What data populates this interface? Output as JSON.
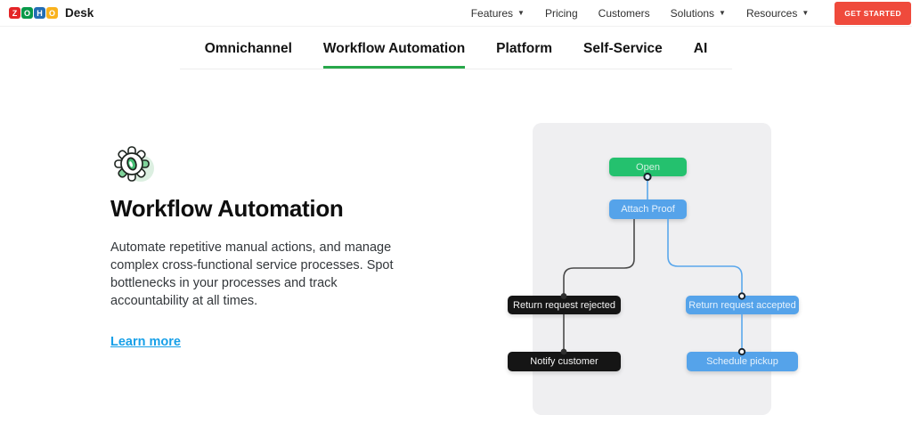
{
  "header": {
    "logo": {
      "letters": [
        {
          "char": "Z",
          "color": "#E42527"
        },
        {
          "char": "O",
          "color": "#089949"
        },
        {
          "char": "H",
          "color": "#226DB4"
        },
        {
          "char": "O",
          "color": "#F9B21D"
        }
      ],
      "product": "Desk"
    },
    "nav": [
      {
        "label": "Features",
        "has_dropdown": true
      },
      {
        "label": "Pricing",
        "has_dropdown": false
      },
      {
        "label": "Customers",
        "has_dropdown": false
      },
      {
        "label": "Solutions",
        "has_dropdown": true
      },
      {
        "label": "Resources",
        "has_dropdown": true
      }
    ],
    "cta_label": "GET STARTED",
    "cta_color": "#EF4A3C"
  },
  "subnav": {
    "active_underline_color": "#28A84B",
    "items": [
      {
        "label": "Omnichannel",
        "active": false
      },
      {
        "label": "Workflow Automation",
        "active": true
      },
      {
        "label": "Platform",
        "active": false
      },
      {
        "label": "Self-Service",
        "active": false
      },
      {
        "label": "AI",
        "active": false
      }
    ]
  },
  "content": {
    "icon": "gear-icon",
    "title": "Workflow Automation",
    "description": "Automate repetitive manual actions, and manage complex cross-functional service processes. Spot bottlenecks in your processes and track accountability at all times.",
    "link_label": "Learn more",
    "link_color": "#17A0E8"
  },
  "diagram": {
    "panel_color": "#EFEFF1",
    "line_colors": {
      "dark": "#4A4A4A",
      "blue": "#5AA7EC"
    },
    "node_colors": {
      "green": "#24C16E",
      "blue": "#55A3EA",
      "dark": "#151515"
    },
    "nodes": [
      {
        "id": "open",
        "label": "Open",
        "style": "green"
      },
      {
        "id": "attach-proof",
        "label": "Attach Proof",
        "style": "blue"
      },
      {
        "id": "return-request-rejected",
        "label": "Return request rejected",
        "style": "dark"
      },
      {
        "id": "return-request-accepted",
        "label": "Return request accepted",
        "style": "blue"
      },
      {
        "id": "notify-customer",
        "label": "Notify customer",
        "style": "dark"
      },
      {
        "id": "schedule-pickup",
        "label": "Schedule pickup",
        "style": "blue"
      }
    ]
  }
}
